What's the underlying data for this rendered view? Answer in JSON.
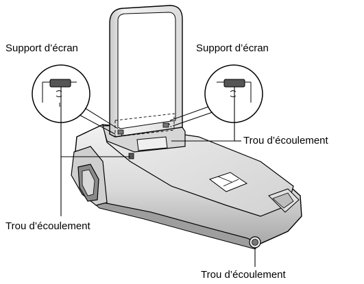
{
  "labels": {
    "support_left": "Support d’écran",
    "support_right": "Support d’écran",
    "drain_right": "Trou d’écoulement",
    "drain_left": "Trou d’écoulement",
    "drain_bottom": "Trou d’écoulement"
  },
  "colors": {
    "outline": "#000000",
    "body_shade": "#bdbdbd",
    "body_light": "#e6e6e6",
    "highlight": "#ffffff",
    "slot_fill": "#555555"
  }
}
